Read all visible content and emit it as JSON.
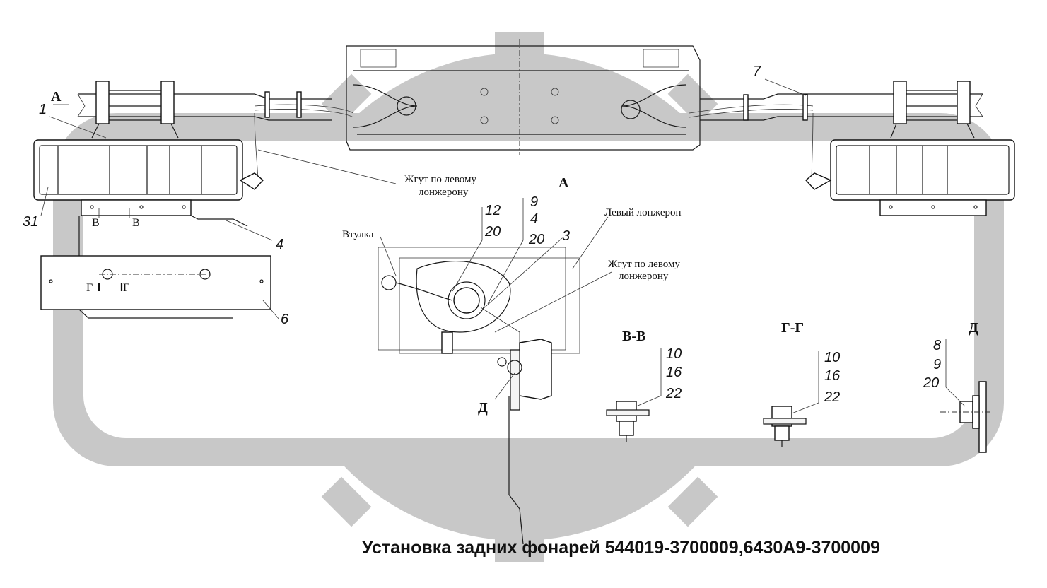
{
  "title": "Установка задних фонарей 544019-3700009,6430А9-3700009",
  "watermark": {
    "letters": "ОБХ",
    "color": "#c8c8c8"
  },
  "section_labels": {
    "view_a_arrow": "А",
    "view_a": "А",
    "section_vv": "В-В",
    "section_gg": "Г-Г",
    "view_d": "Д",
    "view_d_ref": "Д",
    "cut_v_left": "В",
    "cut_v_right": "В",
    "cut_g_left": "Г",
    "cut_g_right": "Г"
  },
  "notes": {
    "harness_1": [
      "Жгут по левому",
      "лонжерону"
    ],
    "harness_2": [
      "Жгут по левому",
      "лонжерону"
    ],
    "bushing": "Втулка",
    "left_spar": "Левый лонжерон"
  },
  "callouts": {
    "c1": "1",
    "c31": "31",
    "c4": "4",
    "c6": "6",
    "c7": "7",
    "c12": "12",
    "c20a": "20",
    "c9": "9",
    "c4b": "4",
    "c20b": "20",
    "c3": "3",
    "vv": [
      "10",
      "16",
      "22"
    ],
    "gg": [
      "10",
      "16",
      "22"
    ],
    "d": [
      "8",
      "9",
      "20"
    ]
  }
}
